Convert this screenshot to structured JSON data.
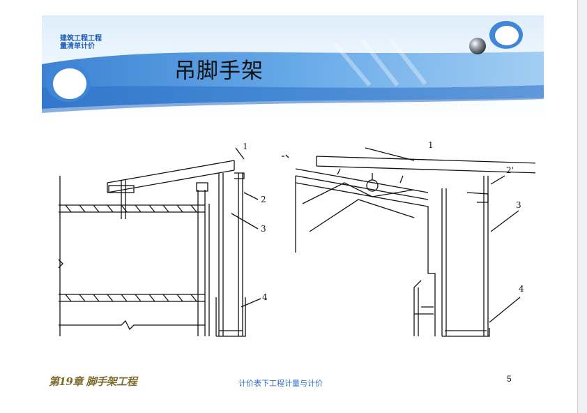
{
  "header": {
    "brand_line1": "建筑工程工程",
    "brand_line2": "量清单计价",
    "title": "吊脚手架"
  },
  "figure": {
    "left_labels": [
      "1",
      "2",
      "3",
      "4"
    ],
    "right_labels": [
      "1",
      "2'",
      "3",
      "4"
    ]
  },
  "footer": {
    "chapter": "第19章 脚手架工程",
    "center_text": "计价表下工程计量与计价",
    "page_number": "5"
  },
  "colors": {
    "banner_blue": "#3f86d6",
    "brand_text": "#1f5fb5",
    "footer_text": "#2d6bc9"
  }
}
